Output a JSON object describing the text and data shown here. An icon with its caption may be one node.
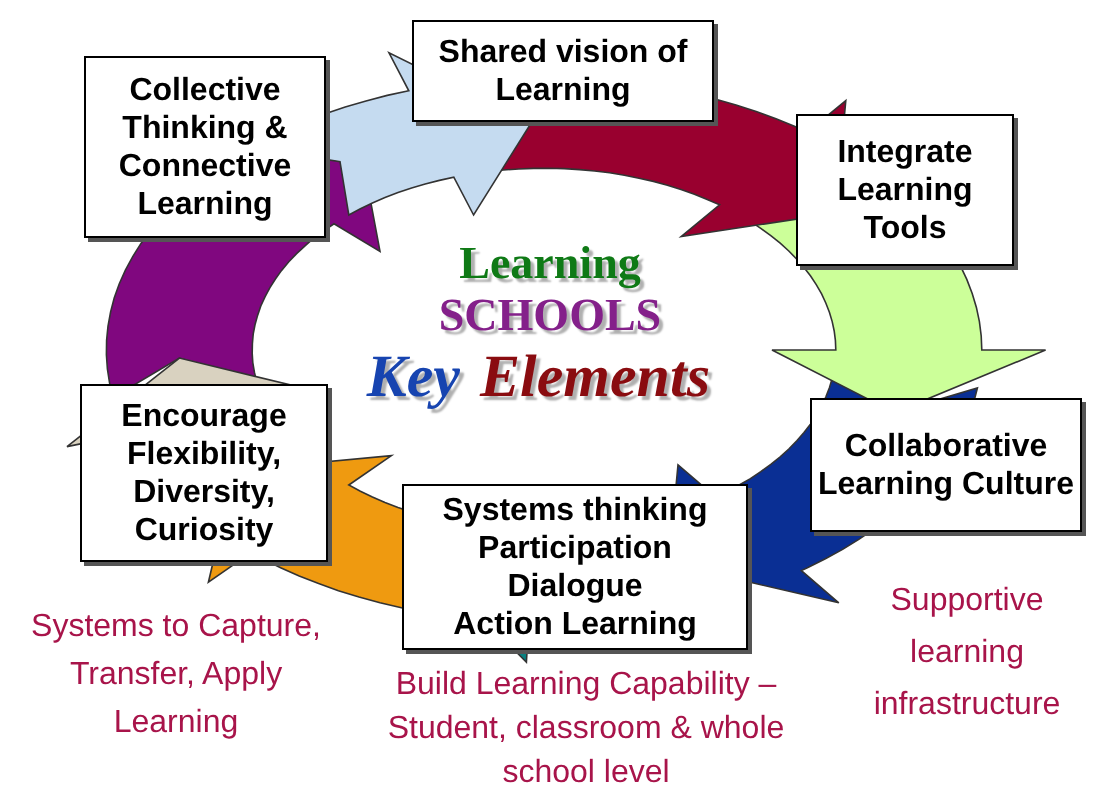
{
  "diagram": {
    "nodes": [
      {
        "text": [
          "Shared vision of Learning"
        ]
      },
      {
        "text": [
          "Collective Thinking & Connective Learning"
        ]
      },
      {
        "text": [
          "Integrate Learning Tools"
        ]
      },
      {
        "text": [
          "Encourage Flexibility, Diversity, Curiosity"
        ]
      },
      {
        "text": [
          "Collaborative Learning Culture"
        ]
      },
      {
        "text": [
          "Systems thinking",
          "Participation",
          "Dialogue",
          "Action Learning"
        ]
      }
    ],
    "labels": [
      "Learning",
      "SCHOOLS",
      "Key",
      "Elements",
      "Systems to Capture, Transfer, Apply Learning",
      "Build Learning Capability – Student, classroom & whole school level",
      "Supportive learning infrastructure"
    ]
  }
}
